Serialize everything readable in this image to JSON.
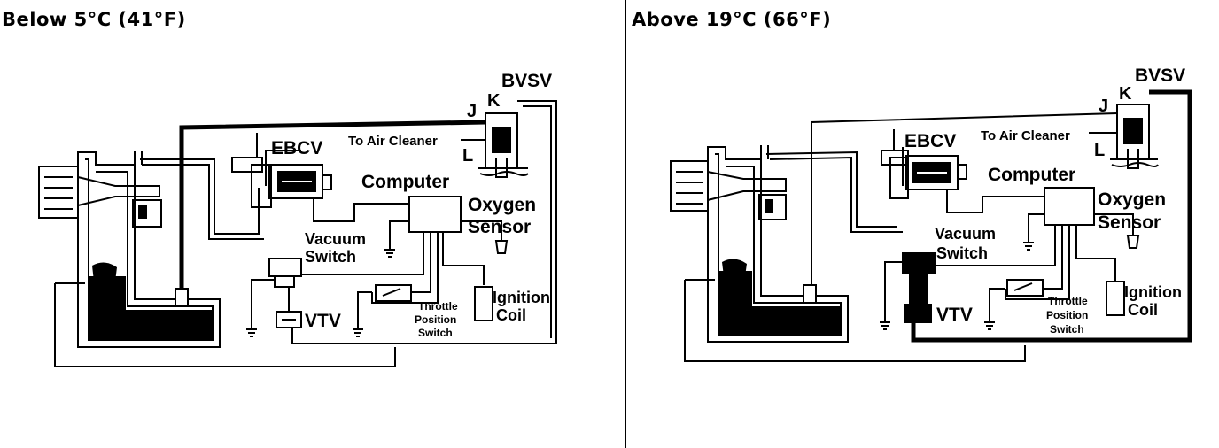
{
  "panels": [
    {
      "heading": "Below 5°C (41°F)",
      "labels": {
        "bvsv": "BVSV",
        "j": "J",
        "k": "K",
        "l": "L",
        "to_air_cleaner": "To Air Cleaner",
        "ebcv": "EBCV",
        "computer": "Computer",
        "oxygen": "Oxygen",
        "sensor": "Sensor",
        "vacuum": "Vacuum",
        "switch": "Switch",
        "vtv": "VTV",
        "throttle": "Throttle",
        "position": "Position",
        "tp_switch": "Switch",
        "ignition": "Ignition",
        "coil": "Coil"
      }
    },
    {
      "heading": "Above 19°C (66°F)",
      "labels": {
        "bvsv": "BVSV",
        "j": "J",
        "k": "K",
        "l": "L",
        "to_air_cleaner": "To Air Cleaner",
        "ebcv": "EBCV",
        "computer": "Computer",
        "oxygen": "Oxygen",
        "sensor": "Sensor",
        "vacuum": "Vacuum",
        "switch": "Switch",
        "vtv": "VTV",
        "throttle": "Throttle",
        "position": "Position",
        "tp_switch": "Switch",
        "ignition": "Ignition",
        "coil": "Coil"
      }
    }
  ]
}
